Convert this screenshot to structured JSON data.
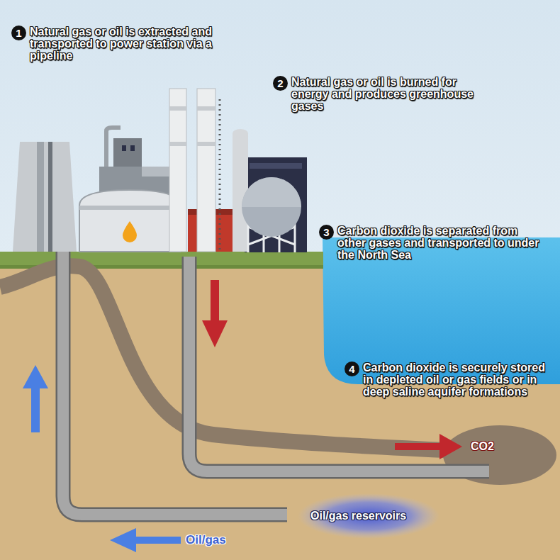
{
  "diagram": {
    "labels": [
      "1",
      "Natural gas or oil is extracted and transported to power station via a pipeline",
      "2",
      "Natural gas or oil is burned for energy and produces greenhouse gases",
      "3",
      "Carbon dioxide is separated from other gases and transported to under the North Sea",
      "4",
      "Carbon dioxide is securely stored in depleted oil or gas fields or in deep saline aquifer formations",
      "CO2",
      "Oil/gas reservoirs",
      "Oil/gas"
    ]
  }
}
